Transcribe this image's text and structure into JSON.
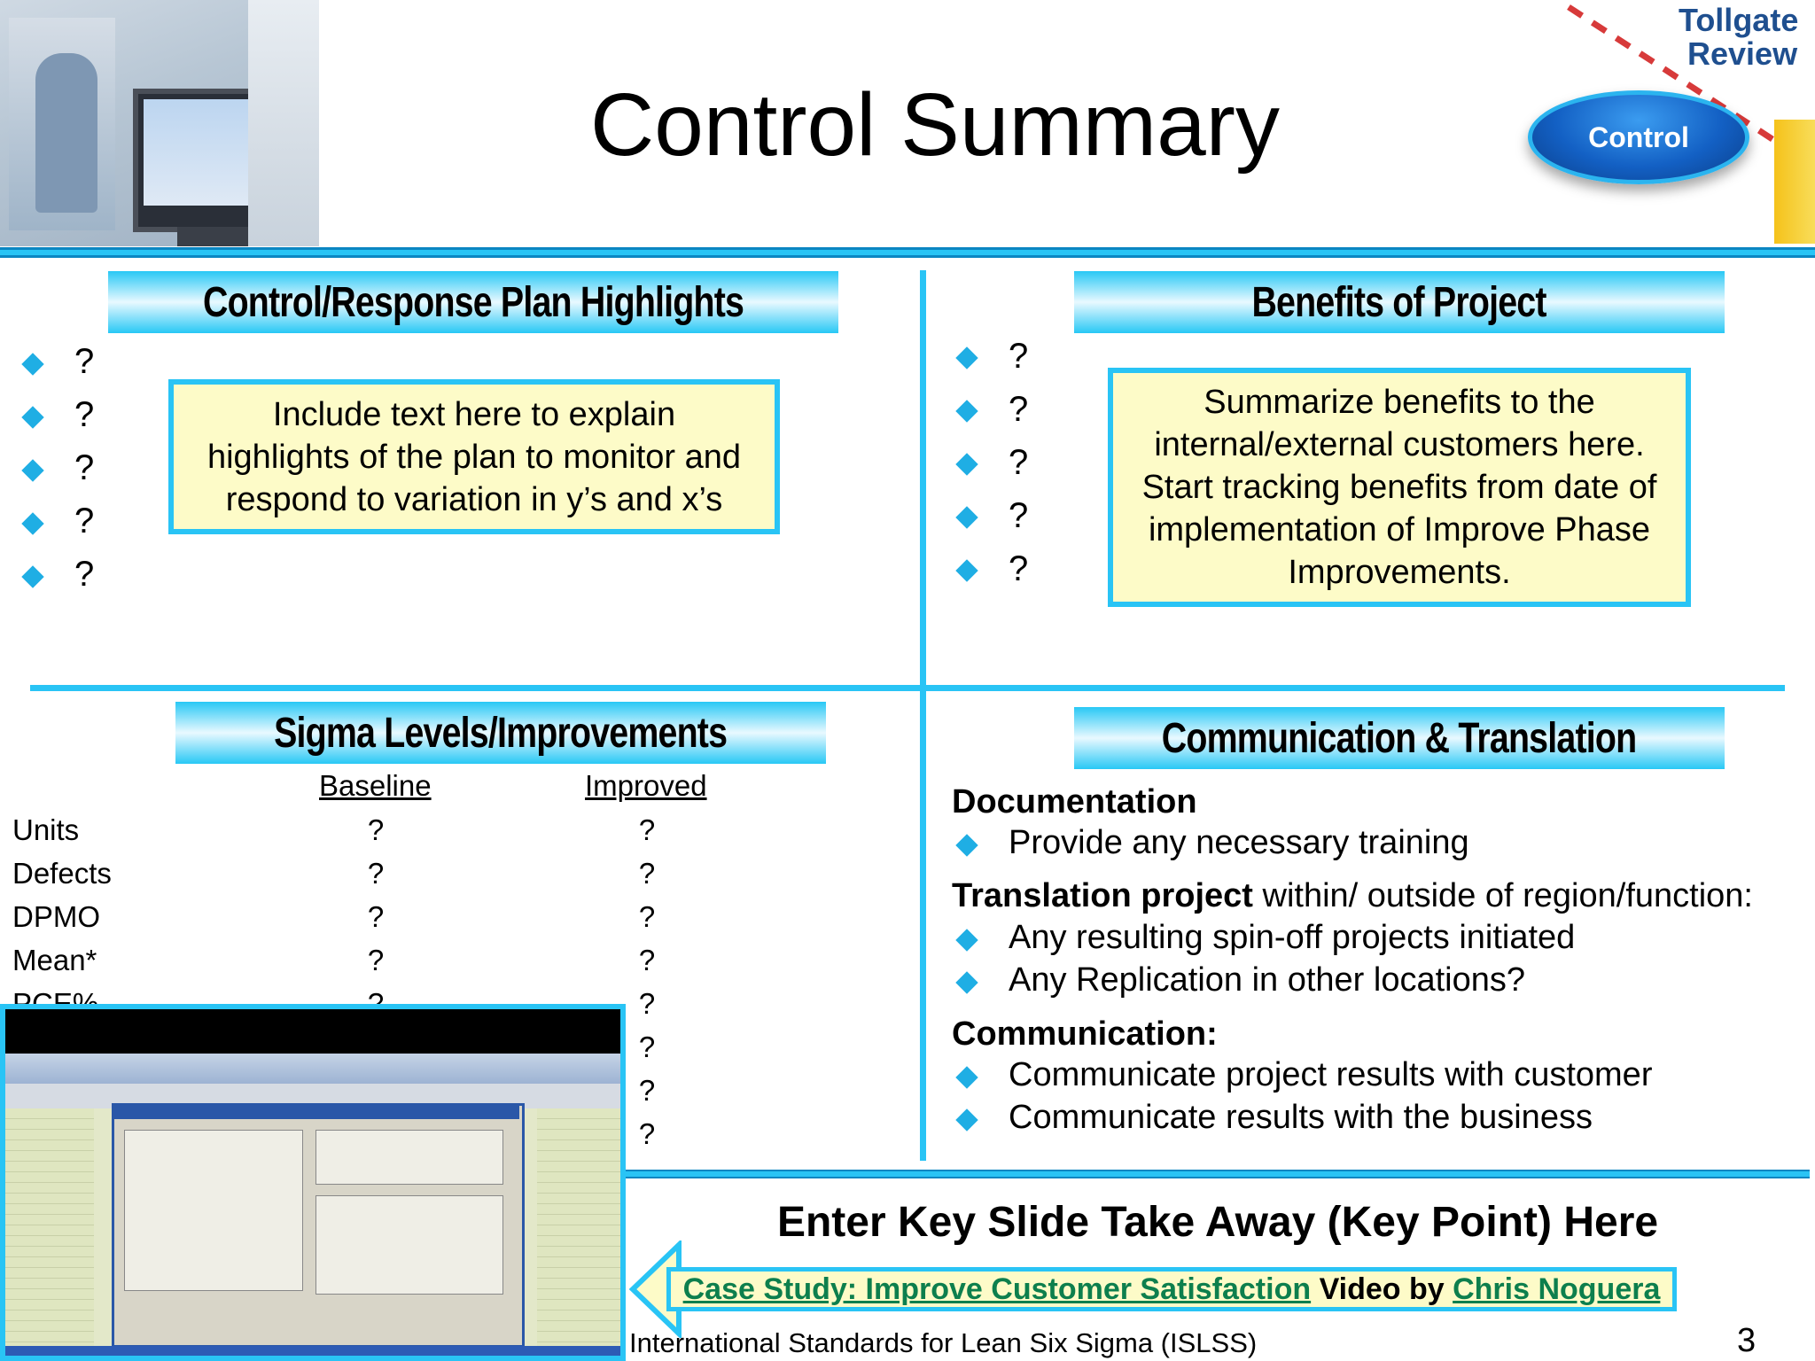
{
  "title": "Control Summary",
  "badge": {
    "tollgate": "Tollgate",
    "review": "Review",
    "phase": "Control"
  },
  "quadrants": {
    "control_plan": {
      "header": "Control/Response Plan Highlights",
      "bullets": [
        "?",
        "?",
        "?",
        "?",
        "?"
      ],
      "note": "Include text here to explain\nhighlights of the plan to monitor and\nrespond to variation in y’s and x’s"
    },
    "benefits": {
      "header": "Benefits of Project",
      "bullets": [
        "?",
        "?",
        "?",
        "?",
        "?"
      ],
      "note": "Summarize benefits to the\ninternal/external customers here.\nStart tracking benefits from date of\nimplementation of Improve Phase\nImprovements."
    },
    "sigma": {
      "header": "Sigma Levels/Improvements",
      "columns": [
        "Baseline",
        "Improved"
      ],
      "rows": [
        {
          "label": "Units",
          "baseline": "?",
          "improved": "?"
        },
        {
          "label": "Defects",
          "baseline": "?",
          "improved": "?"
        },
        {
          "label": "DPMO",
          "baseline": "?",
          "improved": "?"
        },
        {
          "label": "Mean*",
          "baseline": "?",
          "improved": "?"
        },
        {
          "label": "PCE%",
          "baseline": "?",
          "improved": "?"
        }
      ],
      "extra_improved": [
        "?",
        "?",
        "?"
      ]
    },
    "communication": {
      "header": "Communication & Translation",
      "doc_heading": "Documentation",
      "doc_bullet": "Provide any necessary training",
      "translation_bold": "Translation project",
      "translation_rest": " within/ outside of region/function:",
      "translation_bullets": [
        "Any resulting spin-off projects initiated",
        "Any Replication in other locations?"
      ],
      "comm_heading": "Communication:",
      "comm_bullets": [
        "Communicate project results with customer",
        "Communicate results with the business"
      ]
    }
  },
  "key_takeaway": "Enter Key Slide Take Away (Key Point) Here",
  "case_study": {
    "link": "Case Study: Improve Customer Satisfaction",
    "middle": " Video by ",
    "author": "Chris Noguera"
  },
  "footer": "International Standards for Lean Six Sigma (ISLSS)",
  "page_number": "3",
  "colors": {
    "accent": "#29c4f5",
    "note_bg": "#fdfbc8",
    "link": "#0d7f4d",
    "badge": "#1565c0"
  }
}
